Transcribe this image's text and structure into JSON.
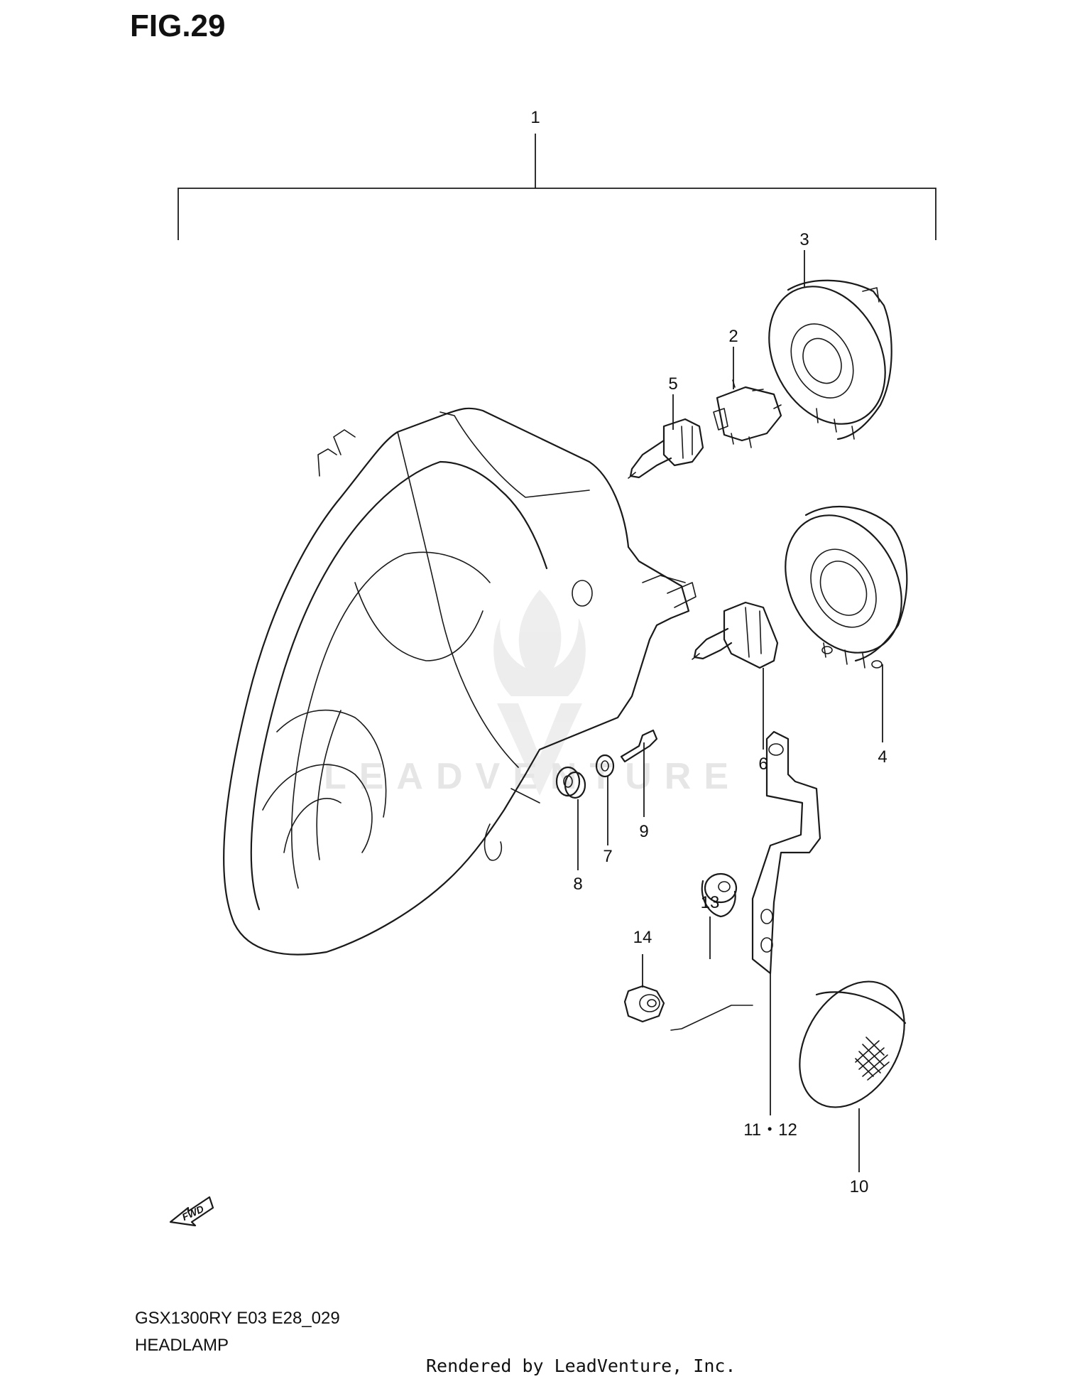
{
  "figure_title": "FIG.29",
  "model_code": "GSX1300RY E03 E28_029",
  "section_name": "HEADLAMP",
  "rendered_by": "Rendered by LeadVenture, Inc.",
  "watermark": "LEADVENTURE",
  "fwd_label": "FWD",
  "callouts": {
    "c1": "1",
    "c2": "2",
    "c3": "3",
    "c4": "4",
    "c5": "5",
    "c6": "6",
    "c7": "7",
    "c8": "8",
    "c9": "9",
    "c10": "10",
    "c11_12": "11・12",
    "c13": "13",
    "c14": "14"
  }
}
